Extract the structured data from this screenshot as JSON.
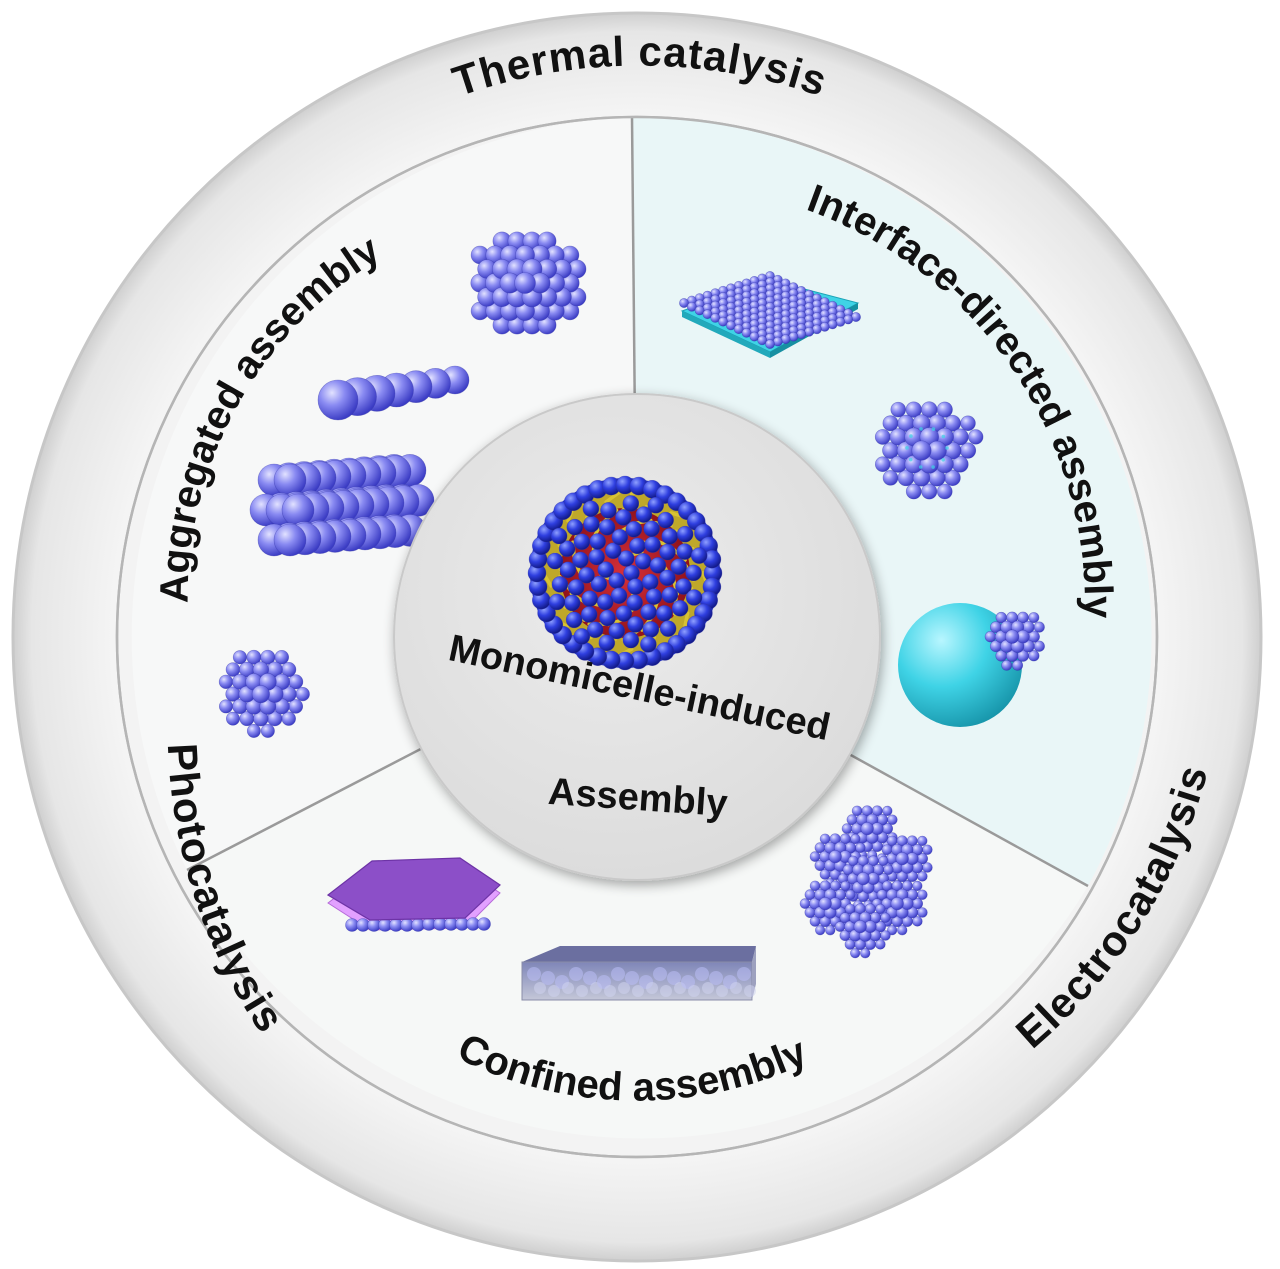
{
  "diagram": {
    "center": {
      "line1": "Monomicelle-induced",
      "line2": "Assembly"
    },
    "sectors": {
      "aggregated": "Aggregated assembly",
      "interface": "Interface-directed assembly",
      "confined": "Confined assembly"
    },
    "ring": {
      "thermal": "Thermal catalysis",
      "photo": "Photocatalysis",
      "electro": "Electrocatalysis"
    },
    "colors": {
      "sphere": "#7b7cf0",
      "sphere_dark": "#4a4bd8",
      "micelle_blue": "#2f3fe0",
      "micelle_core": "#b8202a",
      "micelle_tail": "#c9b020",
      "cyan": "#3fd3e6",
      "purple_plate": "#8c4fc8",
      "interface_bg": "#e9f6f7",
      "sector_bg": "#f7f8f8",
      "ring_bg": "#efefef"
    }
  }
}
